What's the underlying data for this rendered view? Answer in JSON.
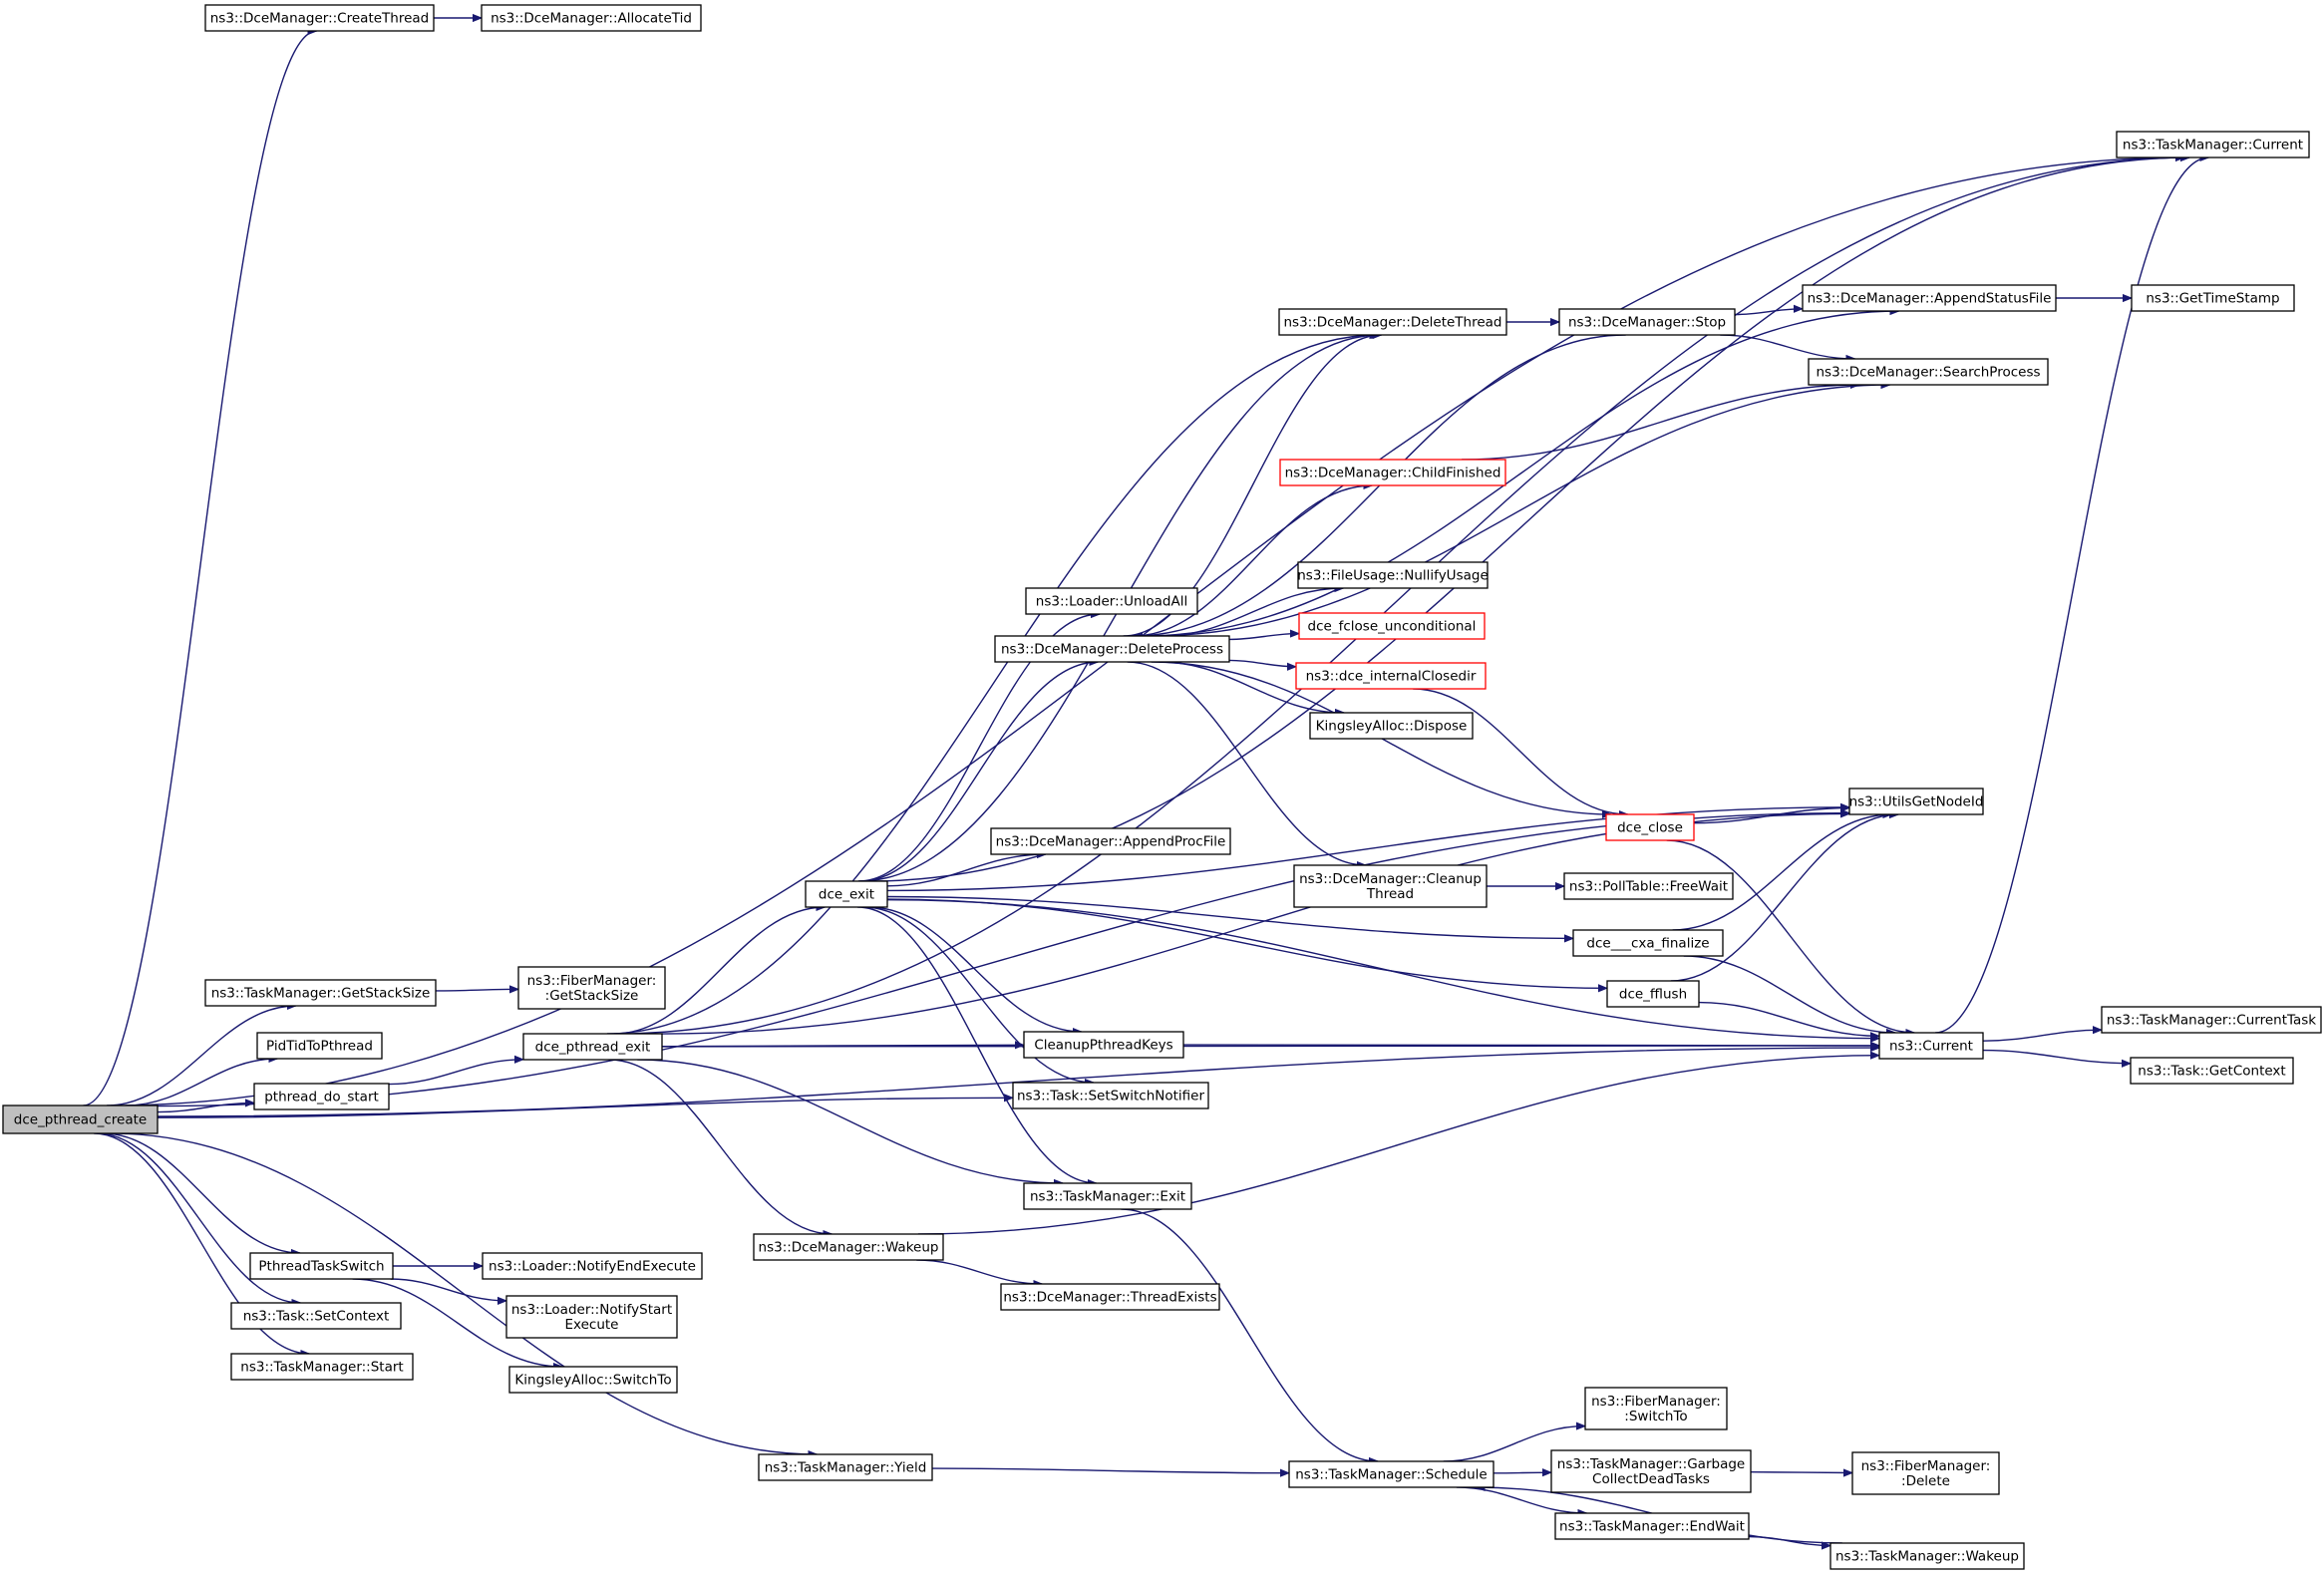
{
  "colors": {
    "edge": "#191970",
    "node_border": "#000000",
    "node_border_incomplete": "#ff0000",
    "root_fill": "#bfbfbf"
  },
  "nodes": {
    "create": "dce_pthread_create",
    "createThread": "ns3::DceManager::CreateThread",
    "allocTid": "ns3::DceManager::AllocateTid",
    "tmCurrent": "ns3::TaskManager::Current",
    "appendStatus": "ns3::DceManager::AppendStatusFile",
    "getTime": "ns3::GetTimeStamp",
    "deleteThread": "ns3::DceManager::DeleteThread",
    "stop": "ns3::DceManager::Stop",
    "searchProc": "ns3::DceManager::SearchProcess",
    "childFin": "ns3::DceManager::ChildFinished",
    "nullify": "ns3::FileUsage::NullifyUsage",
    "unloadAll": "ns3::Loader::UnloadAll",
    "fcloseU": "dce_fclose_unconditional",
    "delProc": "ns3::DceManager::DeleteProcess",
    "closedir": "ns3::dce_internalClosedir",
    "kDispose": "KingsleyAlloc::Dispose",
    "utilsNode": "ns3::UtilsGetNodeId",
    "dceClose": "dce_close",
    "appendProc": "ns3::DceManager::AppendProcFile",
    "cleanup": [
      "ns3::DceManager::Cleanup",
      "Thread"
    ],
    "freeWait": "ns3::PollTable::FreeWait",
    "dceExit": "dce_exit",
    "cxa": "dce___cxa_finalize",
    "getStack": "ns3::TaskManager::GetStackSize",
    "fiberStack": [
      "ns3::FiberManager:",
      ":GetStackSize"
    ],
    "fflush": "dce_fflush",
    "pidTid": "PidTidToPthread",
    "pexit": "dce_pthread_exit",
    "cleanupKeys": "CleanupPthreadKeys",
    "current": "ns3::Current",
    "curTask": "ns3::TaskManager::CurrentTask",
    "getCtx": "ns3::Task::GetContext",
    "doStart": "pthread_do_start",
    "setSwitch": "ns3::Task::SetSwitchNotifier",
    "tmExit": "ns3::TaskManager::Exit",
    "wakeup": "ns3::DceManager::Wakeup",
    "threadExists": "ns3::DceManager::ThreadExists",
    "ptSwitch": "PthreadTaskSwitch",
    "notifyEnd": "ns3::Loader::NotifyEndExecute",
    "setCtx": "ns3::Task::SetContext",
    "notifyStart": [
      "ns3::Loader::NotifyStart",
      "Execute"
    ],
    "tmStart": "ns3::TaskManager::Start",
    "kSwitch": "KingsleyAlloc::SwitchTo",
    "fiberSwitch": [
      "ns3::FiberManager:",
      ":SwitchTo"
    ],
    "yield": "ns3::TaskManager::Yield",
    "schedule": "ns3::TaskManager::Schedule",
    "garbage": [
      "ns3::TaskManager::Garbage",
      "CollectDeadTasks"
    ],
    "fiberDelete": [
      "ns3::FiberManager:",
      ":Delete"
    ],
    "endWait": "ns3::TaskManager::EndWait",
    "tmWakeup": "ns3::TaskManager::Wakeup"
  }
}
